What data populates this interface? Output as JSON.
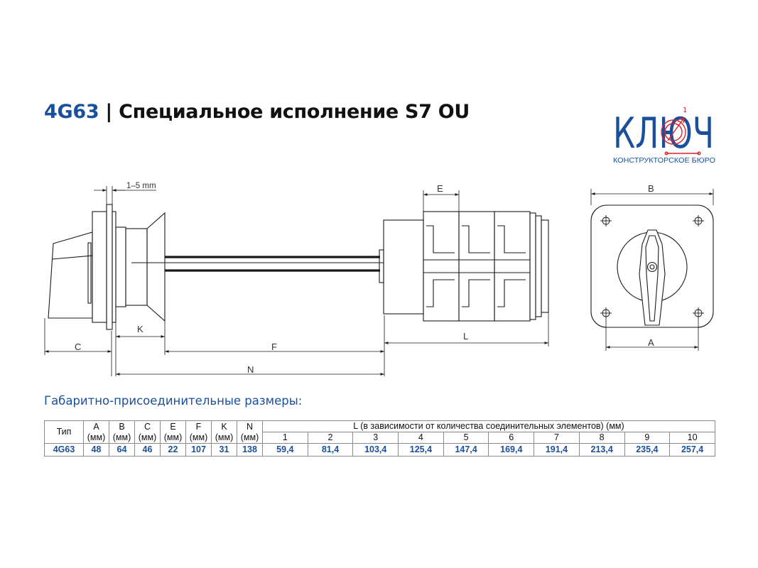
{
  "header": {
    "code": "4G63",
    "separator": " | ",
    "title": "Специальное исполнение S7 OU"
  },
  "logo": {
    "word": "КЛЮЧ",
    "superscript": "1",
    "subtitle": "КОНСТРУКТОРСКОЕ БЮРО",
    "colors": {
      "primary": "#1a4f9c",
      "accent": "#d9232d"
    }
  },
  "drawing": {
    "labels": {
      "gap": "1–5 mm",
      "c": "C",
      "k": "K",
      "f": "F",
      "n": "N",
      "e": "E",
      "l": "L",
      "b": "B",
      "a": "A"
    }
  },
  "table": {
    "heading": "Габаритно-присоединительные размеры:",
    "type_header": "Тип",
    "columns": [
      "A",
      "B",
      "C",
      "E",
      "F",
      "K",
      "N"
    ],
    "unit": "(мм)",
    "l_header": "L (в зависимости от количества соединительных элементов) (мм)",
    "l_counts": [
      "1",
      "2",
      "3",
      "4",
      "5",
      "6",
      "7",
      "8",
      "9",
      "10"
    ],
    "row": {
      "type": "4G63",
      "dims": [
        "48",
        "64",
        "46",
        "22",
        "107",
        "31",
        "138"
      ],
      "l_values": [
        "59,4",
        "81,4",
        "103,4",
        "125,4",
        "147,4",
        "169,4",
        "191,4",
        "213,4",
        "235,4",
        "257,4"
      ]
    }
  },
  "colors": {
    "brand_blue": "#1a4f9c",
    "line": "#1a1a1a"
  }
}
